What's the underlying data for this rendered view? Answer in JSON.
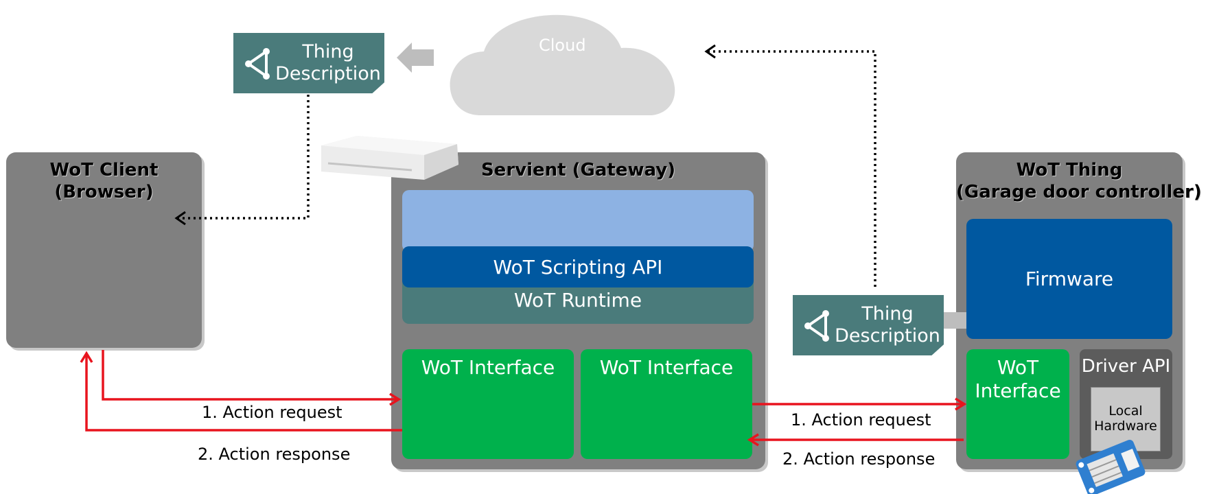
{
  "cloud": {
    "label": "Cloud"
  },
  "thing_description_top": {
    "line1": "Thing",
    "line2": "Description"
  },
  "thing_description_right": {
    "line1": "Thing",
    "line2": "Description"
  },
  "client": {
    "title_line1": "WoT Client",
    "title_line2": "(Browser)"
  },
  "gateway": {
    "title": "Servient (Gateway)",
    "scripting_api": "WoT Scripting API",
    "runtime": "WoT Runtime",
    "interface_left": "WoT Interface",
    "interface_right": "WoT Interface"
  },
  "thing": {
    "title_line1": "WoT Thing",
    "title_line2": "(Garage door controller)",
    "firmware": "Firmware",
    "interface_line1": "WoT",
    "interface_line2": "Interface",
    "driver_api": "Driver API",
    "local_hardware_line1": "Local",
    "local_hardware_line2": "Hardware"
  },
  "flows": {
    "left_request": "1. Action request",
    "left_response": "2. Action response",
    "right_request": "1. Action request",
    "right_response": "2. Action response"
  },
  "colors": {
    "container": "#808080",
    "thing_description": "#4a7b7b",
    "scripting_api": "#0058a0",
    "runtime": "#4a7b7b",
    "interface": "#00b14c",
    "app_layer": "#8db2e3",
    "arrow_red": "#e8141e",
    "cloud": "#d9d9d9"
  }
}
